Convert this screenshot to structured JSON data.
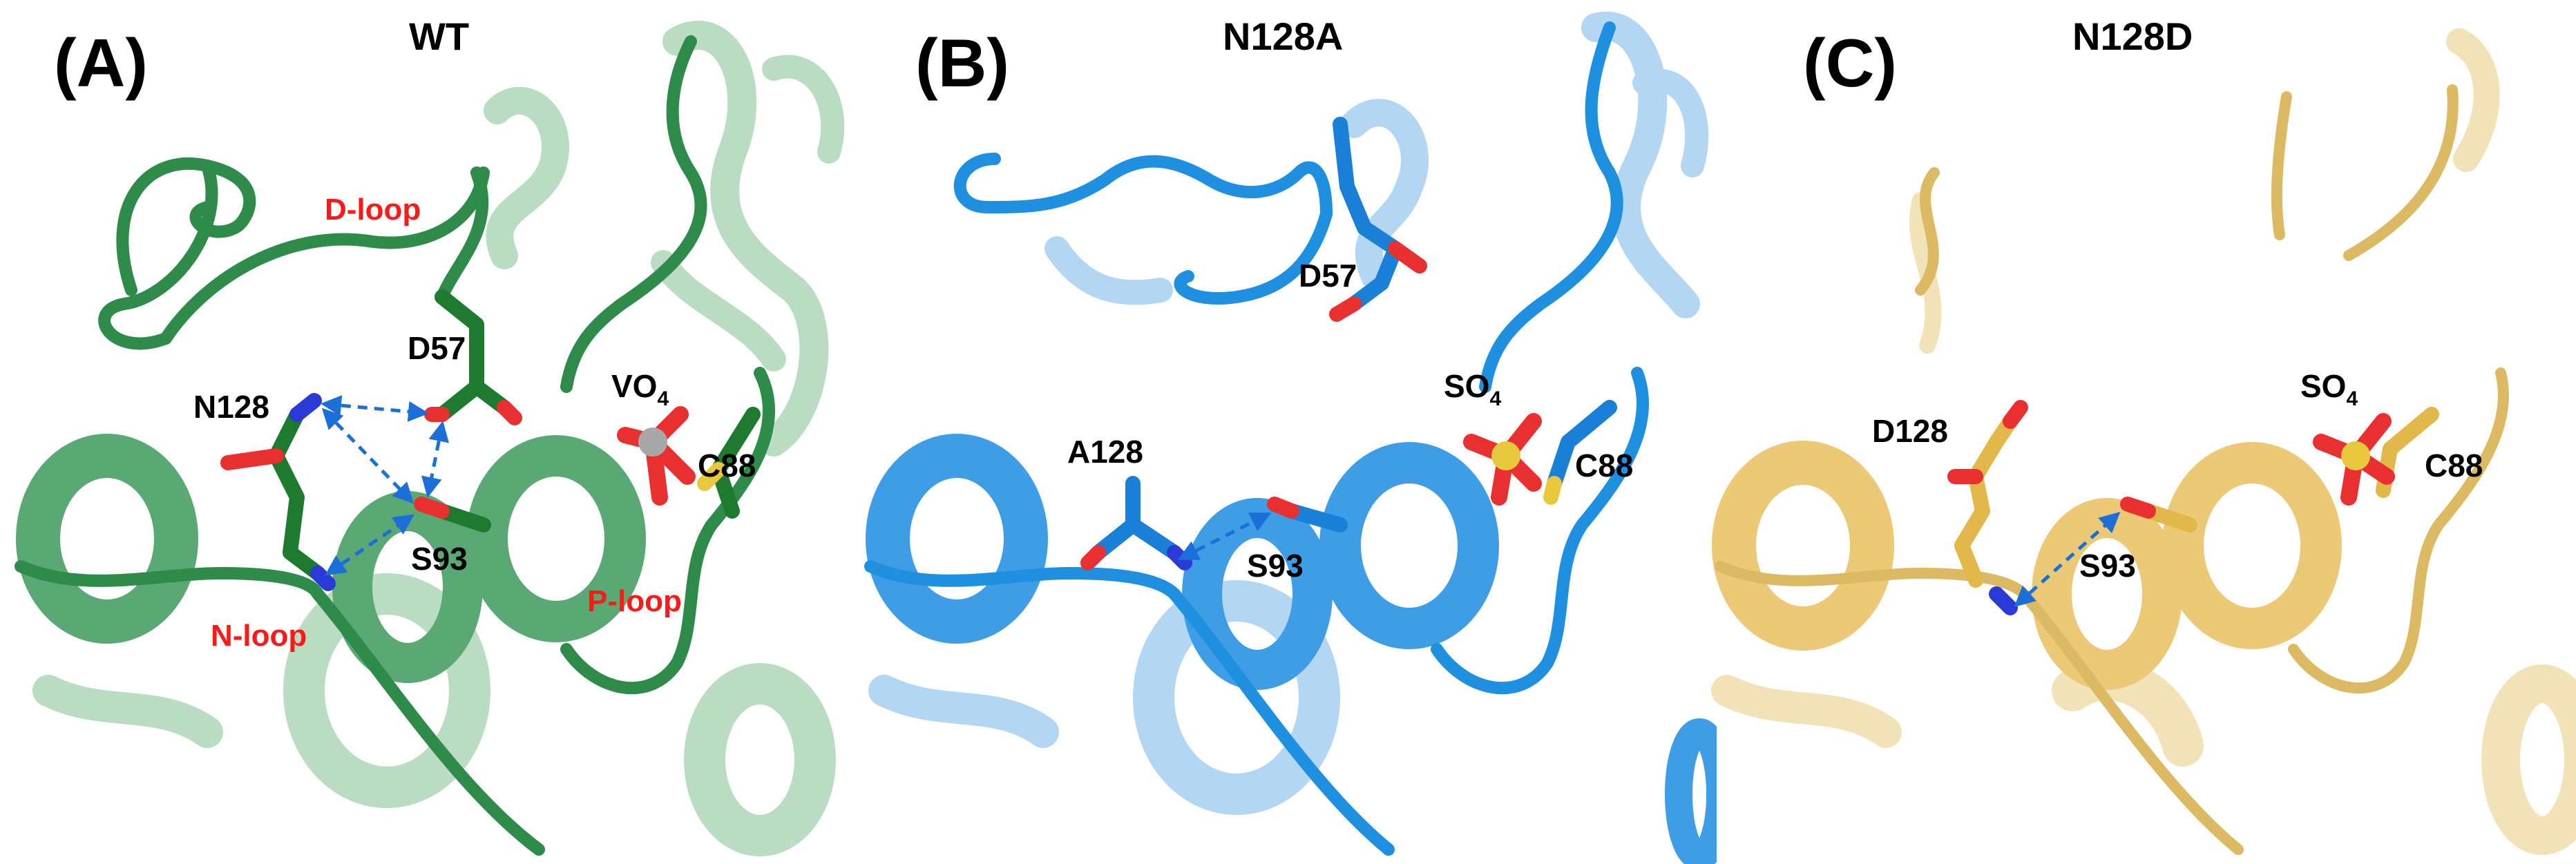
{
  "panels": [
    {
      "letter": "(A)",
      "title": "WT",
      "ligand": {
        "base": "VO",
        "sub": "4"
      },
      "residues": {
        "d57": "D57",
        "n128": "N128",
        "s93": "S93",
        "c88": "C88"
      },
      "loops": {
        "d_loop": "D-loop",
        "n_loop": "N-loop",
        "p_loop": "P-loop"
      },
      "colors": {
        "cartoon": "#2e8b4a",
        "cartoon_light": "#9fd0ad",
        "stick": "#1e7a2e"
      }
    },
    {
      "letter": "(B)",
      "title": "N128A",
      "ligand": {
        "base": "SO",
        "sub": "4"
      },
      "residues": {
        "d57": "D57",
        "a128": "A128",
        "s93": "S93",
        "c88": "C88"
      },
      "colors": {
        "cartoon": "#1f8fe0",
        "cartoon_light": "#a9d2f2",
        "stick": "#1a7fd6"
      }
    },
    {
      "letter": "(C)",
      "title": "N128D",
      "ligand": {
        "base": "SO",
        "sub": "4"
      },
      "residues": {
        "d128": "D128",
        "s93": "S93",
        "c88": "C88"
      },
      "colors": {
        "cartoon": "#e8c46a",
        "cartoon_light": "#f3e3b6",
        "stick": "#e3b84a"
      }
    }
  ],
  "atom_colors": {
    "oxygen": "#e83030",
    "nitrogen": "#2a3ad6",
    "sulfur": "#e8c83c",
    "vanadium": "#a8a8a8",
    "hbond": "#1b6fd6"
  }
}
